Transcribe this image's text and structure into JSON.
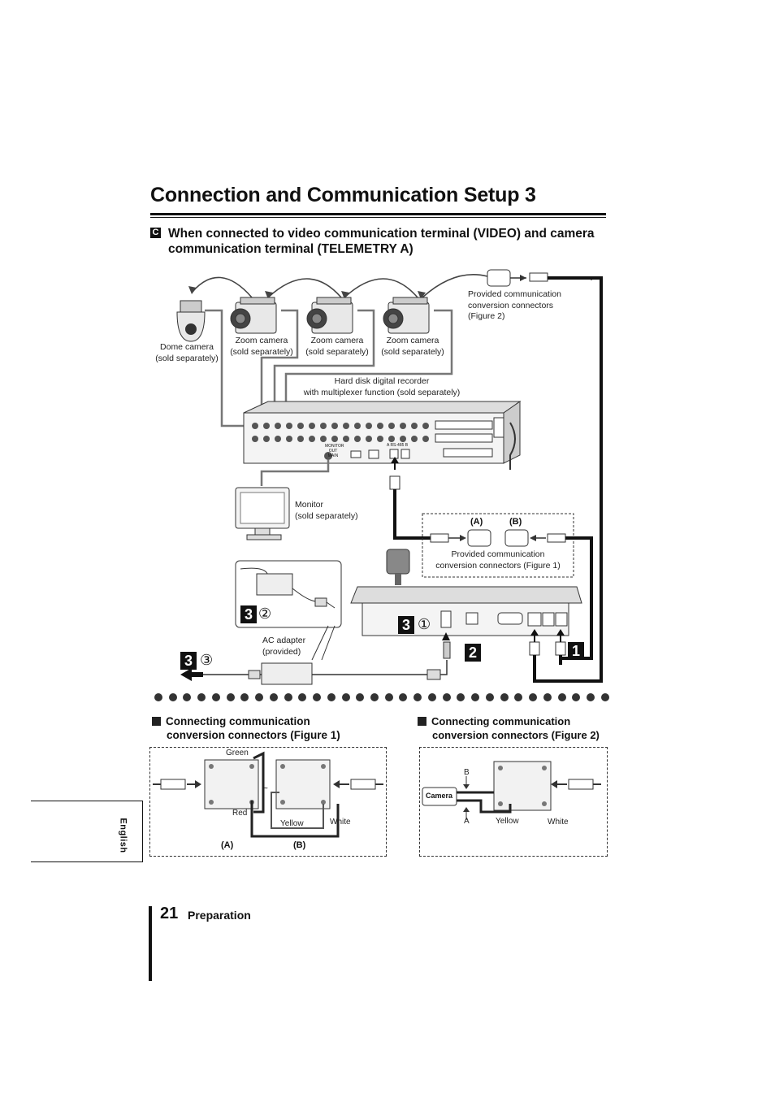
{
  "page": {
    "title": "Connection and Communication Setup 3",
    "section_letter": "C",
    "section_title": "When connected to video communication terminal (VIDEO) and camera communication terminal (TELEMETRY A)"
  },
  "diagram": {
    "dome_camera": [
      "Dome camera",
      "(sold separately)"
    ],
    "zoom_camera_1": [
      "Zoom camera",
      "(sold separately)"
    ],
    "zoom_camera_2": [
      "Zoom camera",
      "(sold separately)"
    ],
    "zoom_camera_3": [
      "Zoom camera",
      "(sold separately)"
    ],
    "conv_fig2": [
      "Provided communication",
      "conversion connectors",
      "(Figure 2)"
    ],
    "recorder": [
      "Hard disk digital recorder",
      "with multiplexer function (sold separately)"
    ],
    "monitor": [
      "Monitor",
      "(sold separately)"
    ],
    "conv_fig1": [
      "Provided communication",
      "conversion connectors (Figure 1)"
    ],
    "label_a": "(A)",
    "label_b": "(B)",
    "ac_adapter": [
      "AC adapter",
      "(provided)"
    ],
    "step3": "3",
    "step2": "2",
    "step1": "1",
    "circ1": "①",
    "circ2": "②",
    "circ3": "③",
    "rs485": "A RS-485 B",
    "monitor_out": "MONITOR OUT MAIN"
  },
  "figure1": {
    "heading_line1": "Connecting communication",
    "heading_line2": "conversion connectors (Figure 1)",
    "green": "Green",
    "red": "Red",
    "yellow": "Yellow",
    "white": "White",
    "a": "(A)",
    "b": "(B)"
  },
  "figure2": {
    "heading_line1": "Connecting communication",
    "heading_line2": "conversion connectors (Figure 2)",
    "camera": "Camera",
    "b": "B",
    "a": "A",
    "yellow": "Yellow",
    "white": "White"
  },
  "sidebar": {
    "language": "English"
  },
  "footer": {
    "page_number": "21",
    "section": "Preparation"
  }
}
